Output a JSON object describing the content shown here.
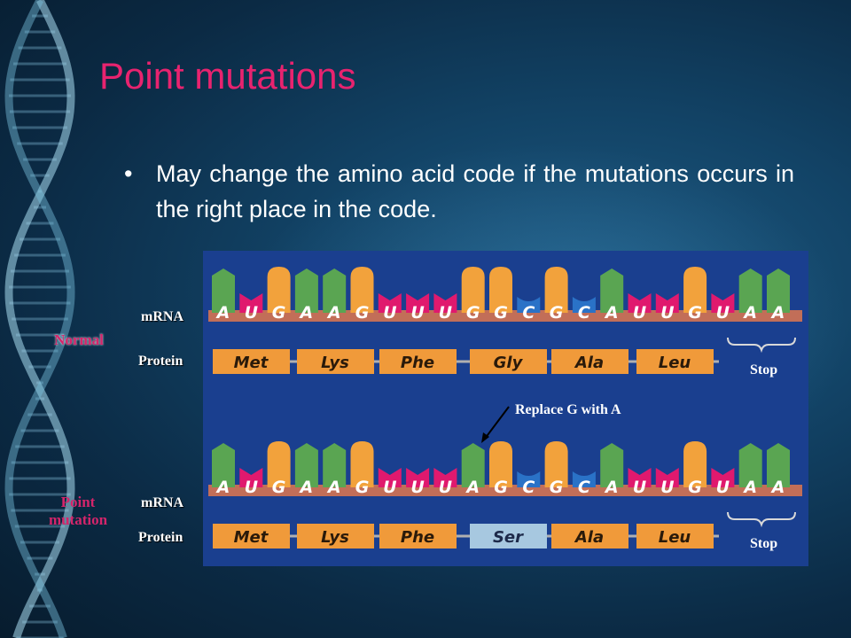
{
  "slide": {
    "title": "Point mutations",
    "bullet": "May change the amino acid code if the mutations occurs in the right place in the code."
  },
  "labels": {
    "normal": "Normal",
    "point_mutation": "Point mutation",
    "mrna": "mRNA",
    "protein": "Protein",
    "stop": "Stop",
    "replace": "Replace G with A"
  },
  "normal": {
    "bases": [
      "A",
      "U",
      "G",
      "A",
      "A",
      "G",
      "U",
      "U",
      "U",
      "G",
      "G",
      "C",
      "G",
      "C",
      "A",
      "U",
      "U",
      "G",
      "U",
      "A",
      "A"
    ],
    "amino_acids": [
      "Met",
      "Lys",
      "Phe",
      "Gly",
      "Ala",
      "Leu"
    ]
  },
  "mutated": {
    "bases": [
      "A",
      "U",
      "G",
      "A",
      "A",
      "G",
      "U",
      "U",
      "U",
      "A",
      "G",
      "C",
      "G",
      "C",
      "A",
      "U",
      "U",
      "G",
      "U",
      "A",
      "A"
    ],
    "amino_acids": [
      "Met",
      "Lys",
      "Phe",
      "Ser",
      "Ala",
      "Leu"
    ],
    "changed_amino_acid_index": 3
  },
  "colors": {
    "title": "#e8236f",
    "A": "#5aa552",
    "U": "#e0196e",
    "G": "#f2a23c",
    "C": "#2a72c7",
    "backbone": "#c26e58",
    "amino": "#f09a3a",
    "amino_changed": "#a7c8e0",
    "figure_bg": "#1a3f8f"
  }
}
